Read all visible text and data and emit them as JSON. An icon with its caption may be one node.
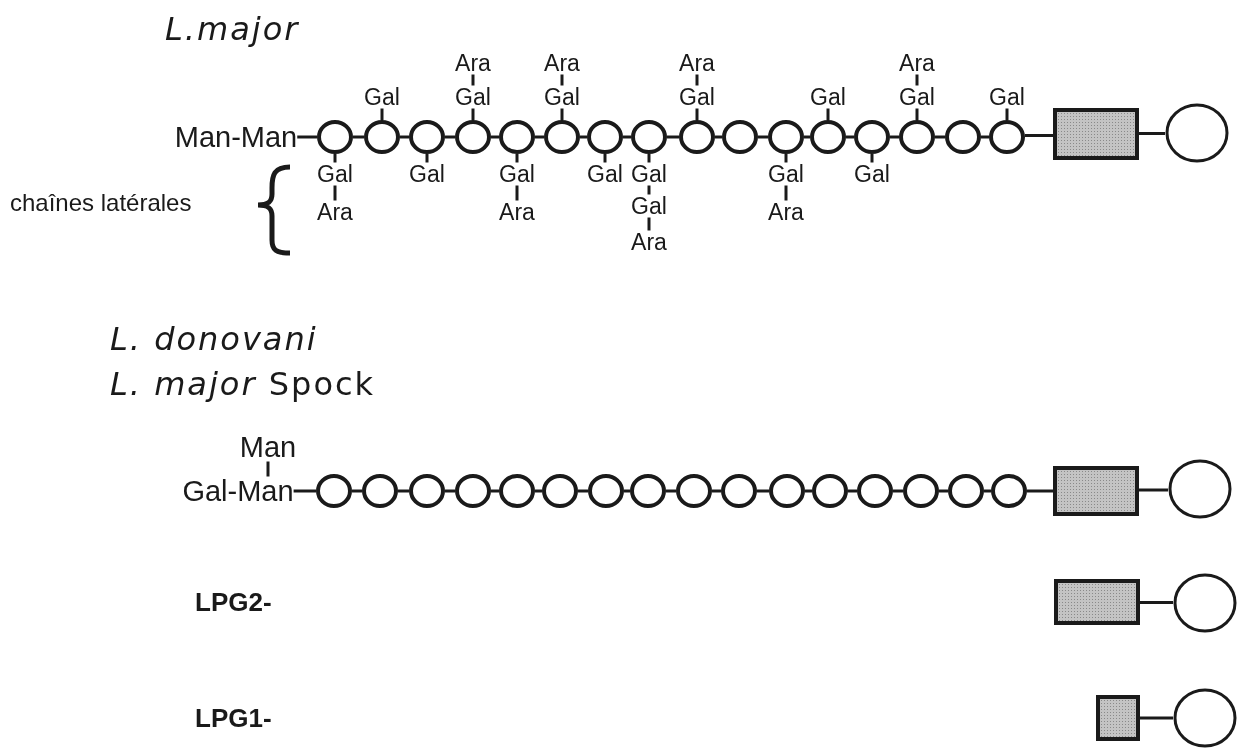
{
  "diagram": {
    "nodes": [
      {
        "text": [
          "Man-Man"
        ]
      },
      {
        "text": [],
        "shape": "circle"
      },
      {
        "text": [],
        "shape": "circle"
      },
      {
        "text": [],
        "shape": "circle"
      },
      {
        "text": [],
        "shape": "circle"
      },
      {
        "text": [],
        "shape": "circle"
      },
      {
        "text": [],
        "shape": "circle"
      },
      {
        "text": [],
        "shape": "circle"
      },
      {
        "text": [],
        "shape": "circle"
      },
      {
        "text": [],
        "shape": "circle"
      },
      {
        "text": [],
        "shape": "circle"
      },
      {
        "text": [],
        "shape": "circle"
      },
      {
        "text": [],
        "shape": "circle"
      },
      {
        "text": [],
        "shape": "circle"
      },
      {
        "text": [],
        "shape": "circle"
      },
      {
        "text": [],
        "shape": "circle"
      },
      {
        "text": [],
        "shape": "circle"
      },
      {
        "text": [],
        "shape": "box"
      },
      {
        "text": [],
        "shape": "circle"
      },
      {
        "text": [
          "Gal"
        ]
      },
      {
        "text": [
          "Ara"
        ]
      },
      {
        "text": [
          "Gal"
        ]
      },
      {
        "text": [
          "Gal"
        ]
      },
      {
        "text": [
          "Gal"
        ]
      },
      {
        "text": [
          "Ara"
        ]
      },
      {
        "text": [
          "Gal"
        ]
      },
      {
        "text": [
          "Ara"
        ]
      },
      {
        "text": [
          "Gal"
        ]
      },
      {
        "text": [
          "Ara"
        ]
      },
      {
        "text": [
          "Gal"
        ]
      },
      {
        "text": [
          "Gal"
        ]
      },
      {
        "text": [
          "Gal"
        ]
      },
      {
        "text": [
          "Ara"
        ]
      },
      {
        "text": [
          "Gal"
        ]
      },
      {
        "text": [
          "Ara"
        ]
      },
      {
        "text": [
          "Gal"
        ]
      },
      {
        "text": [
          "Ara"
        ]
      },
      {
        "text": [
          "Gal"
        ]
      },
      {
        "text": [
          "Gal"
        ]
      },
      {
        "text": [
          "Gal"
        ]
      },
      {
        "text": [
          "Ara"
        ]
      },
      {
        "text": [
          "Gal"
        ]
      },
      {
        "text": [
          "Man"
        ]
      },
      {
        "text": [
          "Gal-Man"
        ]
      },
      {
        "text": [],
        "shape": "circle"
      },
      {
        "text": [],
        "shape": "circle"
      },
      {
        "text": [],
        "shape": "circle"
      },
      {
        "text": [],
        "shape": "circle"
      },
      {
        "text": [],
        "shape": "circle"
      },
      {
        "text": [],
        "shape": "circle"
      },
      {
        "text": [],
        "shape": "circle"
      },
      {
        "text": [],
        "shape": "circle"
      },
      {
        "text": [],
        "shape": "circle"
      },
      {
        "text": [],
        "shape": "circle"
      },
      {
        "text": [],
        "shape": "circle"
      },
      {
        "text": [],
        "shape": "circle"
      },
      {
        "text": [],
        "shape": "circle"
      },
      {
        "text": [],
        "shape": "circle"
      },
      {
        "text": [],
        "shape": "circle"
      },
      {
        "text": [],
        "shape": "circle"
      },
      {
        "text": [],
        "shape": "box"
      },
      {
        "text": [],
        "shape": "circle"
      },
      {
        "text": [],
        "shape": "box"
      },
      {
        "text": [],
        "shape": "circle"
      },
      {
        "text": [],
        "shape": "box"
      },
      {
        "text": [],
        "shape": "circle"
      }
    ],
    "edges": [
      {
        "from": 0,
        "to": 1,
        "arrow": "none"
      },
      {
        "from": 1,
        "to": 2,
        "arrow": "none"
      },
      {
        "from": 2,
        "to": 3,
        "arrow": "none"
      },
      {
        "from": 3,
        "to": 4,
        "arrow": "none"
      },
      {
        "from": 4,
        "to": 5,
        "arrow": "none"
      },
      {
        "from": 5,
        "to": 6,
        "arrow": "none"
      },
      {
        "from": 6,
        "to": 7,
        "arrow": "none"
      },
      {
        "from": 7,
        "to": 8,
        "arrow": "none"
      },
      {
        "from": 8,
        "to": 9,
        "arrow": "none"
      },
      {
        "from": 9,
        "to": 10,
        "arrow": "none"
      },
      {
        "from": 10,
        "to": 11,
        "arrow": "none"
      },
      {
        "from": 11,
        "to": 12,
        "arrow": "none"
      },
      {
        "from": 12,
        "to": 13,
        "arrow": "none"
      },
      {
        "from": 13,
        "to": 14,
        "arrow": "none"
      },
      {
        "from": 14,
        "to": 15,
        "arrow": "none"
      },
      {
        "from": 15,
        "to": 16,
        "arrow": "none"
      },
      {
        "from": 16,
        "to": 17,
        "arrow": "none"
      },
      {
        "from": 17,
        "to": 18,
        "arrow": "none"
      },
      {
        "from": 1,
        "to": 19,
        "arrow": "none"
      },
      {
        "from": 19,
        "to": 20,
        "arrow": "none"
      },
      {
        "from": 2,
        "to": 21,
        "arrow": "none"
      },
      {
        "from": 3,
        "to": 22,
        "arrow": "none"
      },
      {
        "from": 4,
        "to": 23,
        "arrow": "none"
      },
      {
        "from": 23,
        "to": 24,
        "arrow": "none"
      },
      {
        "from": 5,
        "to": 25,
        "arrow": "none"
      },
      {
        "from": 25,
        "to": 26,
        "arrow": "none"
      },
      {
        "from": 6,
        "to": 27,
        "arrow": "none"
      },
      {
        "from": 27,
        "to": 28,
        "arrow": "none"
      },
      {
        "from": 7,
        "to": 29,
        "arrow": "none"
      },
      {
        "from": 8,
        "to": 30,
        "arrow": "none"
      },
      {
        "from": 30,
        "to": 31,
        "arrow": "none"
      },
      {
        "from": 31,
        "to": 32,
        "arrow": "none"
      },
      {
        "from": 9,
        "to": 33,
        "arrow": "none"
      },
      {
        "from": 33,
        "to": 34,
        "arrow": "none"
      },
      {
        "from": 11,
        "to": 35,
        "arrow": "none"
      },
      {
        "from": 35,
        "to": 36,
        "arrow": "none"
      },
      {
        "from": 12,
        "to": 37,
        "arrow": "none"
      },
      {
        "from": 13,
        "to": 38,
        "arrow": "none"
      },
      {
        "from": 14,
        "to": 39,
        "arrow": "none"
      },
      {
        "from": 39,
        "to": 40,
        "arrow": "none"
      },
      {
        "from": 16,
        "to": 41,
        "arrow": "none"
      },
      {
        "from": 42,
        "to": 43,
        "arrow": "none"
      },
      {
        "from": 43,
        "to": 44,
        "arrow": "none"
      },
      {
        "from": 44,
        "to": 45,
        "arrow": "none"
      },
      {
        "from": 45,
        "to": 46,
        "arrow": "none"
      },
      {
        "from": 46,
        "to": 47,
        "arrow": "none"
      },
      {
        "from": 47,
        "to": 48,
        "arrow": "none"
      },
      {
        "from": 48,
        "to": 49,
        "arrow": "none"
      },
      {
        "from": 49,
        "to": 50,
        "arrow": "none"
      },
      {
        "from": 50,
        "to": 51,
        "arrow": "none"
      },
      {
        "from": 51,
        "to": 52,
        "arrow": "none"
      },
      {
        "from": 52,
        "to": 53,
        "arrow": "none"
      },
      {
        "from": 53,
        "to": 54,
        "arrow": "none"
      },
      {
        "from": 54,
        "to": 55,
        "arrow": "none"
      },
      {
        "from": 55,
        "to": 56,
        "arrow": "none"
      },
      {
        "from": 56,
        "to": 57,
        "arrow": "none"
      },
      {
        "from": 57,
        "to": 58,
        "arrow": "none"
      },
      {
        "from": 58,
        "to": 59,
        "arrow": "none"
      },
      {
        "from": 59,
        "to": 60,
        "arrow": "none"
      },
      {
        "from": 60,
        "to": 61,
        "arrow": "none"
      },
      {
        "from": 62,
        "to": 63,
        "arrow": "none"
      },
      {
        "from": 64,
        "to": 65,
        "arrow": "none"
      }
    ],
    "labels": [
      "L.major",
      "chaînes latérales",
      "L. donovani",
      "*L. major* Spock",
      "LPG2-",
      "LPG1-"
    ]
  }
}
